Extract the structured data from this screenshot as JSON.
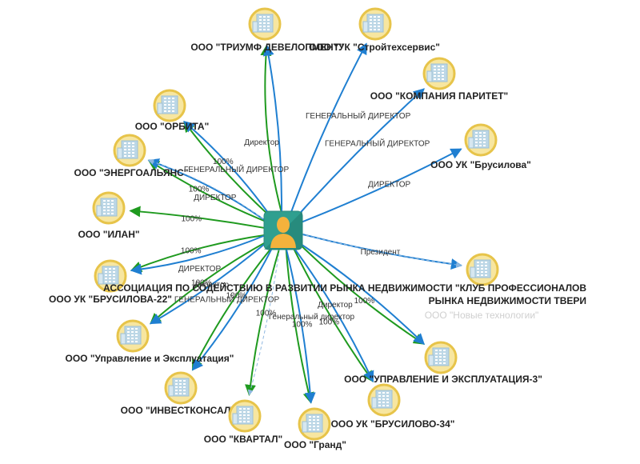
{
  "colors": {
    "ownership": "#1f9a1f",
    "director": "#1f7fd1",
    "former": "#8fb8e0",
    "center_fill": "#2f9f8f",
    "node_ring": "#e7c44a",
    "node_fill": "#f7e6a0",
    "building": "#bcd7e6"
  },
  "center": {
    "icon": "person-icon"
  },
  "nodes": [
    {
      "id": "n1",
      "label": "ООО \"ТРИУМФ ДЕВЕЛОПМЕНТ\"",
      "icon": "building-icon"
    },
    {
      "id": "n2",
      "label": "ООО \"УК \"Стройтехсервис\"",
      "icon": "building-icon"
    },
    {
      "id": "n3",
      "label": "ООО \"КОМПАНИЯ ПАРИТЕТ\"",
      "icon": "building-icon"
    },
    {
      "id": "n4",
      "label": "ООО УК \"Брусилова\"",
      "icon": "building-icon"
    },
    {
      "id": "n5",
      "label": "ООО \"ОРБИТА\"",
      "icon": "building-icon"
    },
    {
      "id": "n6",
      "label": "ООО \"ЭНЕРГОАЛЬЯНС\"",
      "icon": "building-icon"
    },
    {
      "id": "n7",
      "label": "ООО \"ИЛАН\"",
      "icon": "building-icon"
    },
    {
      "id": "n8",
      "label": "ООО УК \"БРУСИЛОВА-22\"",
      "icon": "building-icon"
    },
    {
      "id": "n9",
      "label": "АССОЦИАЦИЯ ПО СОДЕЙСТВИЮ В РАЗВИТИИ РЫНКА НЕДВИЖИМОСТИ \"КЛУБ ПРОФЕССИОНАЛОВ",
      "label2": "РЫНКА НЕДВИЖИМОСТИ ТВЕРИ",
      "icon": "building-icon"
    },
    {
      "id": "n10",
      "label": "ООО \"Новые технологии\"",
      "icon": "building-icon",
      "inactive": true
    },
    {
      "id": "n11",
      "label": "ООО \"Управление и Эксплуатация\"",
      "icon": "building-icon"
    },
    {
      "id": "n12",
      "label": "ООО \"УПРАВЛЕНИЕ И ЭКСПЛУАТАЦИЯ-3\"",
      "icon": "building-icon"
    },
    {
      "id": "n13",
      "label": "ООО \"ИНВЕСТКОНСАЛТ\"",
      "icon": "building-icon"
    },
    {
      "id": "n14",
      "label": "ООО УК \"БРУСИЛОВО-34\"",
      "icon": "building-icon"
    },
    {
      "id": "n15",
      "label": "ООО \"КВАРТАЛ\"",
      "icon": "building-icon"
    },
    {
      "id": "n16",
      "label": "ООО \"Гранд\"",
      "icon": "building-icon"
    }
  ],
  "edges": [
    {
      "to": "n1",
      "kind": "ownership",
      "label": ""
    },
    {
      "to": "n1",
      "kind": "director",
      "label": "Директор"
    },
    {
      "to": "n2",
      "kind": "director",
      "label": "ГЕНЕРАЛЬНЫЙ ДИРЕКТОР"
    },
    {
      "to": "n3",
      "kind": "director",
      "label": "ГЕНЕРАЛЬНЫЙ ДИРЕКТОР"
    },
    {
      "to": "n4",
      "kind": "director",
      "label": "ДИРЕКТОР"
    },
    {
      "to": "n5",
      "kind": "ownership",
      "label": "100%"
    },
    {
      "to": "n5",
      "kind": "director",
      "label": ""
    },
    {
      "to": "n6",
      "kind": "ownership",
      "label": "100%"
    },
    {
      "to": "n6",
      "kind": "director",
      "label": "ГЕНЕРАЛЬНЫЙ ДИРЕКТОР"
    },
    {
      "to": "n6",
      "kind": "former",
      "label": "ДИРЕКТОР"
    },
    {
      "to": "n7",
      "kind": "ownership",
      "label": "100%"
    },
    {
      "to": "n8",
      "kind": "ownership",
      "label": "100%"
    },
    {
      "to": "n8",
      "kind": "director",
      "label": "ДИРЕКТОР"
    },
    {
      "to": "n9",
      "kind": "director",
      "label": "Президент"
    },
    {
      "to": "n10",
      "kind": "former",
      "label": ""
    },
    {
      "to": "n11",
      "kind": "ownership",
      "label": "100%"
    },
    {
      "to": "n11",
      "kind": "director",
      "label": "Директор"
    },
    {
      "to": "n12",
      "kind": "ownership",
      "label": "100%"
    },
    {
      "to": "n12",
      "kind": "director",
      "label": ""
    },
    {
      "to": "n13",
      "kind": "ownership",
      "label": "100%"
    },
    {
      "to": "n13",
      "kind": "director",
      "label": "ГЕНЕРАЛЬНЫЙ ДИРЕКТОР"
    },
    {
      "to": "n14",
      "kind": "ownership",
      "label": "100%"
    },
    {
      "to": "n14",
      "kind": "director",
      "label": "Директор"
    },
    {
      "to": "n15",
      "kind": "ownership",
      "label": "100%"
    },
    {
      "to": "n15",
      "kind": "former",
      "label": ""
    },
    {
      "to": "n16",
      "kind": "ownership",
      "label": "100%"
    },
    {
      "to": "n16",
      "kind": "director",
      "label": "Генеральный директор"
    }
  ]
}
